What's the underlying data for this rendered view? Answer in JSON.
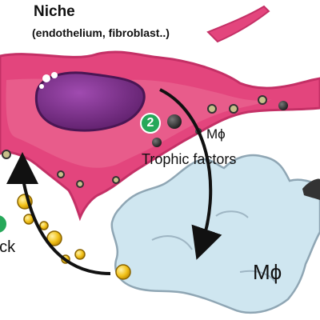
{
  "niche": {
    "title": "Niche",
    "subtitle": "(endothelium, fibroblast..)"
  },
  "labels": {
    "mphi_arrow": "Mϕ",
    "trophic_factors": "Trophic factors",
    "feedback_partial": "ack",
    "mphi_cell": "Mϕ"
  },
  "badges": {
    "step_2": "2"
  },
  "colors": {
    "niche_cell": "#e3457d",
    "nucleus": "#7b2c8a",
    "macrophage": "#cfe6f0",
    "badge": "#27a85a",
    "granule_dark": "#2b2b2b",
    "granule_yellow": "#f2c21a"
  }
}
